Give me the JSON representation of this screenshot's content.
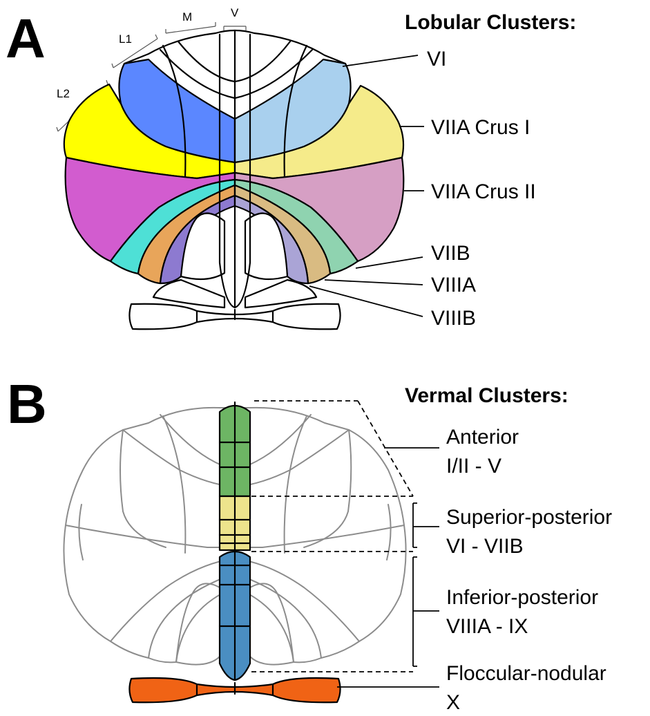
{
  "panel_a": {
    "letter": "A",
    "heading": "Lobular Clusters:",
    "zones": {
      "l2": "L2",
      "l1": "L1",
      "m": "M",
      "v": "V"
    },
    "lobules": [
      {
        "name": "VI",
        "color_left": "#5b87ff",
        "color_right": "#a9d0ee"
      },
      {
        "name": "VIIA Crus I",
        "color_left": "#ffff00",
        "color_right": "#f5eb8a"
      },
      {
        "name": "VIIA Crus II",
        "color_left": "#d25ccf",
        "color_right": "#d69fc4"
      },
      {
        "name": "VIIB",
        "color_left": "#4ee0d6",
        "color_right": "#8fd3b0"
      },
      {
        "name": "VIIIA",
        "color_left": "#e8a55a",
        "color_right": "#d9bb82"
      },
      {
        "name": "VIIIB",
        "color_left": "#8d7ad0",
        "color_right": "#aaa4d6"
      }
    ]
  },
  "panel_b": {
    "letter": "B",
    "heading": "Vermal Clusters:",
    "clusters": [
      {
        "name": "Anterior",
        "lobules": "I/II - V",
        "color": "#6db564"
      },
      {
        "name": "Superior-posterior",
        "lobules": "VI - VIIB",
        "color": "#ede48c"
      },
      {
        "name": "Inferior-posterior",
        "lobules": "VIIIA - IX",
        "color": "#4a8ec2"
      },
      {
        "name": "Floccular-nodular",
        "lobules": "X",
        "color": "#f06315"
      }
    ]
  }
}
